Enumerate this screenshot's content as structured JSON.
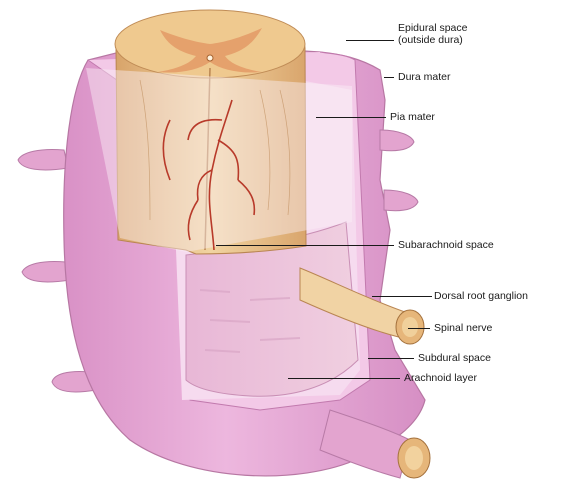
{
  "labels": {
    "epidural_line1": "Epidural space",
    "epidural_line2": "(outside dura)",
    "dura_mater": "Dura mater",
    "pia_mater": "Pia mater",
    "subarachnoid_space": "Subarachnoid space",
    "dorsal_root_ganglion": "Dorsal root ganglion",
    "spinal_nerve": "Spinal nerve",
    "subdural_space": "Subdural space",
    "arachnoid_layer": "Arachnoid layer"
  },
  "colors": {
    "dura": "#e6a9d6",
    "dura_dark": "#c97fb6",
    "dura_inner": "#f2c6e6",
    "cord": "#e9c58c",
    "cord_center": "#e39a66",
    "vessel": "#b83a2a",
    "nerve": "#f1d3a4",
    "label_line": "#1a1a1a"
  }
}
